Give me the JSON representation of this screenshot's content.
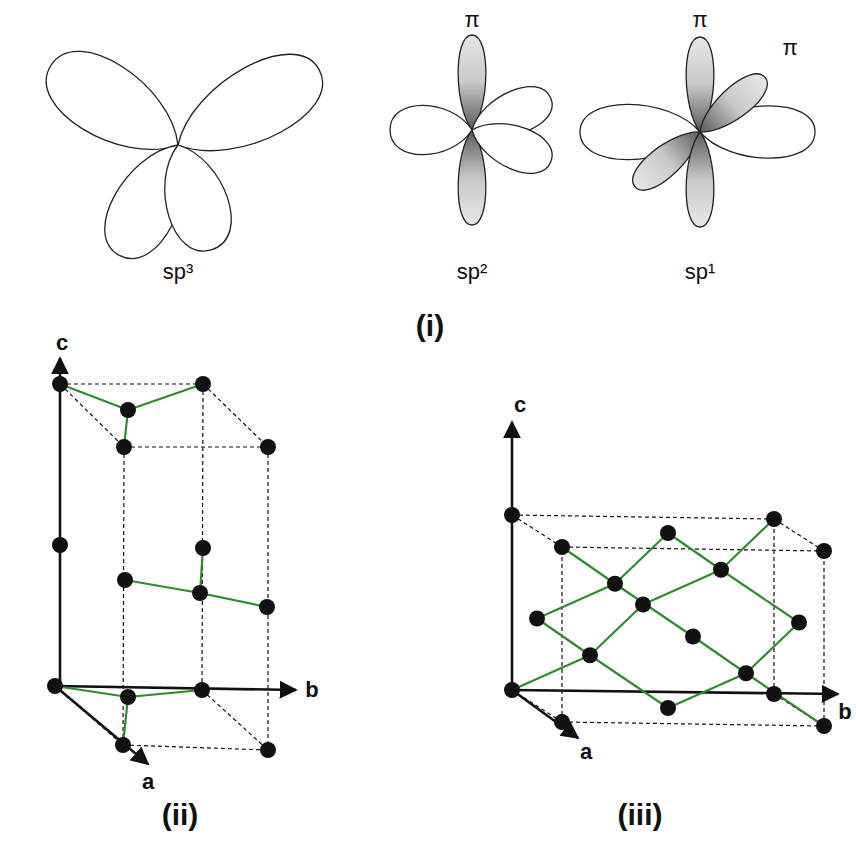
{
  "diagram": {
    "labels": [
      "sp³",
      "π",
      "sp²",
      "π",
      "π",
      "sp¹",
      "(i)",
      "c",
      "b",
      "a",
      "(ii)",
      "c",
      "a",
      "b",
      "(iii)"
    ]
  }
}
